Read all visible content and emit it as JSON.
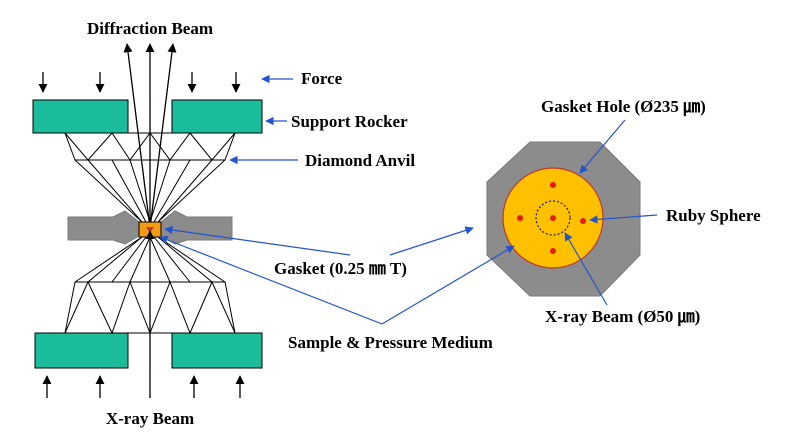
{
  "labels": {
    "diffraction_beam": "Diffraction Beam",
    "force": "Force",
    "support_rocker": "Support Rocker",
    "diamond_anvil": "Diamond Anvil",
    "gasket": "Gasket (0.25 ㎜ T)",
    "sample_pressure_medium": "Sample  & Pressure Medium",
    "xray_beam_bottom": "X-ray Beam",
    "gasket_hole": "Gasket Hole (Ø235 ㎛)",
    "ruby_sphere": "Ruby Sphere",
    "xray_beam_right": "X-ray Beam  (Ø50 ㎛)"
  },
  "colors": {
    "rocker": "#1abc9c",
    "gasket": "#8c8c8c",
    "sample": "#f39c12",
    "hole": "#ffc000",
    "hole_edge": "#c0392b",
    "ruby": "#e31c1c",
    "pointer": "#2255cc",
    "line": "#000000"
  }
}
